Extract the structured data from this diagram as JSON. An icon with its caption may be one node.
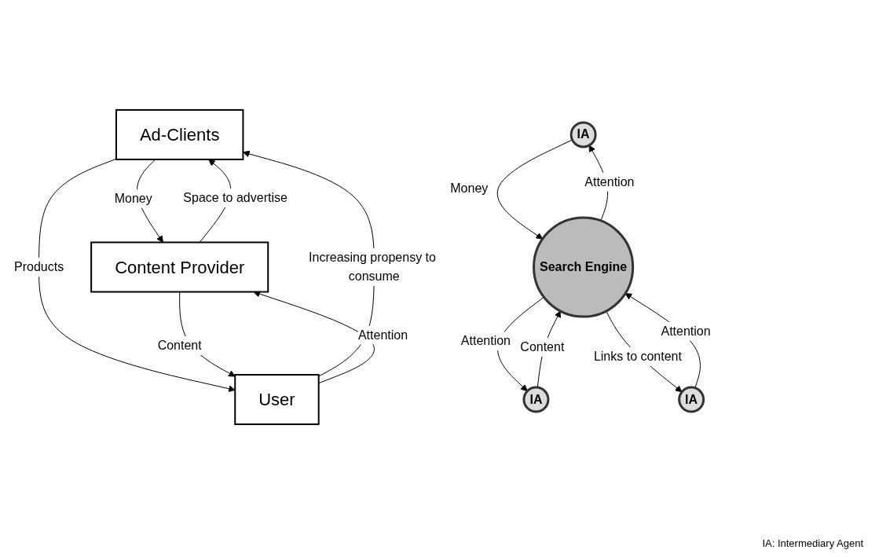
{
  "diagram": {
    "nodes": [
      {
        "text": [
          "Ad-Clients"
        ]
      },
      {
        "text": [
          "IA"
        ]
      },
      {
        "text": [
          "Content Provider"
        ]
      },
      {
        "text": [
          "IA"
        ]
      },
      {
        "text": [
          "Search Engine"
        ]
      },
      {
        "text": [
          "IA"
        ]
      },
      {
        "text": [
          "User"
        ]
      }
    ],
    "edges": [
      {
        "from": 0,
        "to": 2,
        "arrow": "to",
        "label": "Money"
      },
      {
        "from": 2,
        "to": 0,
        "arrow": "to",
        "label": "Space to advertise"
      },
      {
        "from": 4,
        "to": 1,
        "arrow": "to",
        "label": "Attention"
      },
      {
        "from": 1,
        "to": 4,
        "arrow": "to",
        "label": "Money"
      },
      {
        "from": 3,
        "to": 4,
        "arrow": "to",
        "label": "Content"
      },
      {
        "from": 4,
        "to": 3,
        "arrow": "to",
        "label": "Attention"
      },
      {
        "from": 6,
        "to": 0,
        "arrow": "to",
        "label": "Increasing propensy to consume"
      },
      {
        "from": 0,
        "to": 6,
        "arrow": "to",
        "label": "Products"
      },
      {
        "from": 2,
        "to": 6,
        "arrow": "to",
        "label": "Content"
      },
      {
        "from": 6,
        "to": 2,
        "arrow": "to",
        "label": "Attention"
      },
      {
        "from": 4,
        "to": 5,
        "arrow": "to",
        "label": "Links to content"
      },
      {
        "from": 5,
        "to": 4,
        "arrow": "to",
        "label": "Attention"
      }
    ],
    "labels": [
      "IA: Intermediary Agent"
    ]
  }
}
